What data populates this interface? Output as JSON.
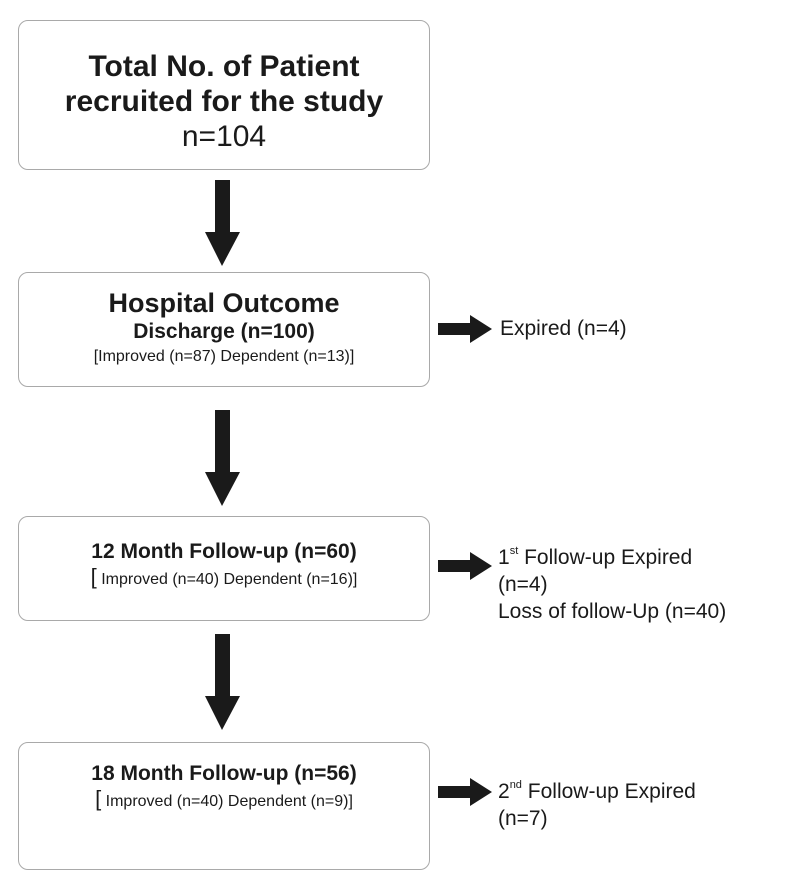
{
  "boxes": {
    "total": {
      "line1": "Total No. of  Patient",
      "line2": "recruited for the study",
      "line3": "n=104"
    },
    "hospital": {
      "title": "Hospital Outcome",
      "sub": "Discharge (n=100)",
      "detail": "[Improved (n=87) Dependent (n=13)]"
    },
    "followup12": {
      "title": "12 Month Follow-up (n=60)",
      "bracket_open": "[",
      "detail": " Improved (n=40) Dependent (n=16)]"
    },
    "followup18": {
      "title": "18 Month Follow-up (n=56)",
      "bracket_open": "[",
      "detail": " Improved (n=40)  Dependent (n=9)]"
    }
  },
  "side": {
    "expired_hospital": "Expired (n=4)",
    "fu1_num": "1",
    "fu1_sup": "st",
    "fu1_text": "Follow-up Expired",
    "fu1_n": "(n=4)",
    "fu1_loss": "Loss of follow-Up (n=40)",
    "fu2_num": "2",
    "fu2_sup": "nd",
    "fu2_text": "Follow-up Expired",
    "fu2_n": "(n=7)"
  }
}
